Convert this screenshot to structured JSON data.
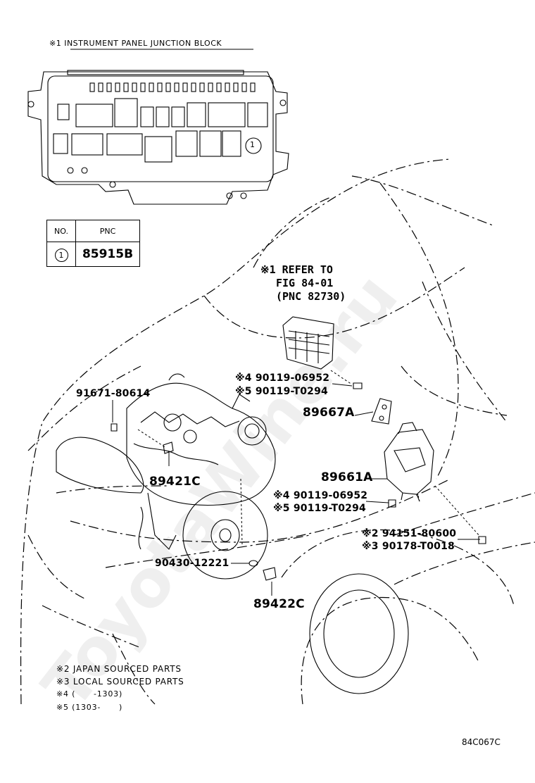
{
  "junction_block": {
    "title": "※1 INSTRUMENT PANEL JUNCTION BLOCK",
    "circle_marker": "1"
  },
  "pnc_table": {
    "col_no": "NO.",
    "col_pnc": "PNC",
    "row_no": "1",
    "row_pnc": "85915B"
  },
  "refer": {
    "line1": "※1 REFER TO",
    "line2": "FIG 84-01",
    "line3": "(PNC 82730)"
  },
  "labels": {
    "p91671": "91671-80614",
    "p89421c": "89421C",
    "p90119a_top": "※4 90119-06952",
    "p90119b_top": "※5 90119-T0294",
    "p89667a": "89667A",
    "p89661a": "89661A",
    "p90119a_mid": "※4 90119-06952",
    "p90119b_mid": "※5 90119-T0294",
    "p94151": "※2 94151-80600",
    "p90178": "※3 90178-T0018",
    "p90430": "90430-12221",
    "p89422c": "89422C"
  },
  "notes": {
    "n2": "※2 JAPAN SOURCED PARTS",
    "n3": "※3 LOCAL SOURCED PARTS",
    "n4": "※4 (      -1303)",
    "n5": "※5 (1303-      )"
  },
  "figure_code": "84C067C",
  "watermark": "ToyotaWine.ru"
}
